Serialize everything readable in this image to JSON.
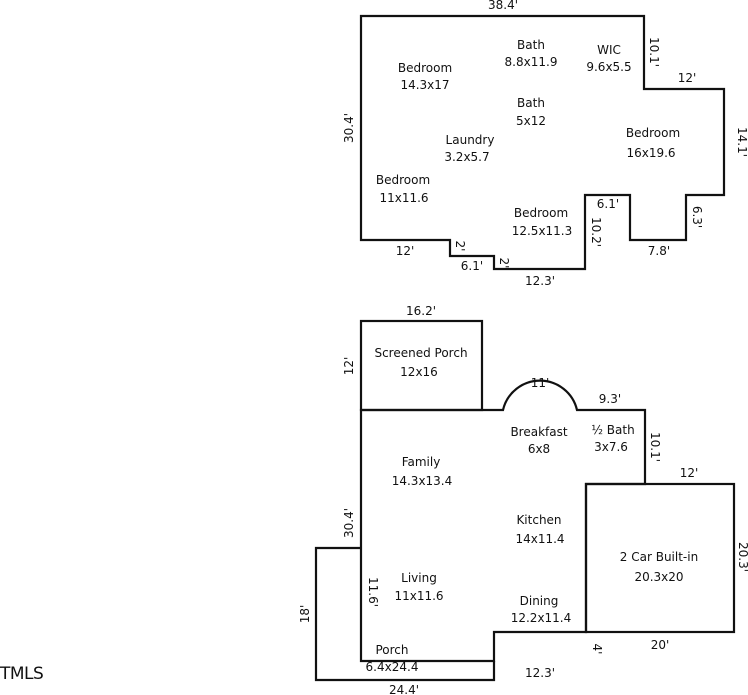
{
  "upper_floor": {
    "rooms": [
      {
        "id": "bedroom-1",
        "name": "Bedroom",
        "size": "14.3x17"
      },
      {
        "id": "bath-1",
        "name": "Bath",
        "size": "8.8x11.9"
      },
      {
        "id": "wic",
        "name": "WIC",
        "size": "9.6x5.5"
      },
      {
        "id": "bath-2",
        "name": "Bath",
        "size": "5x12"
      },
      {
        "id": "laundry",
        "name": "Laundry",
        "size": "3.2x5.7"
      },
      {
        "id": "bedroom-2",
        "name": "Bedroom",
        "size": "16x19.6"
      },
      {
        "id": "bedroom-3",
        "name": "Bedroom",
        "size": "11x11.6"
      },
      {
        "id": "bedroom-4",
        "name": "Bedroom",
        "size": "12.5x11.3"
      }
    ],
    "dimensions": [
      "38.4'",
      "10.1'",
      "12'",
      "14.1'",
      "6.3'",
      "7.8'",
      "6.1'",
      "10.2'",
      "12.3'",
      "2'",
      "6.1'",
      "2'",
      "12'",
      "30.4'"
    ]
  },
  "main_floor": {
    "rooms": [
      {
        "id": "screened-porch",
        "name": "Screened Porch",
        "size": "12x16"
      },
      {
        "id": "breakfast",
        "name": "Breakfast",
        "size": "6x8"
      },
      {
        "id": "half-bath",
        "name": "½ Bath",
        "size": "3x7.6"
      },
      {
        "id": "family",
        "name": "Family",
        "size": "14.3x13.4"
      },
      {
        "id": "kitchen",
        "name": "Kitchen",
        "size": "14x11.4"
      },
      {
        "id": "garage",
        "name": "2 Car Built-in",
        "size": "20.3x20"
      },
      {
        "id": "living",
        "name": "Living",
        "size": "11x11.6"
      },
      {
        "id": "dining",
        "name": "Dining",
        "size": "12.2x11.4"
      },
      {
        "id": "porch",
        "name": "Porch",
        "size": "6.4x24.4"
      }
    ],
    "dimensions": [
      "16.2'",
      "12'",
      "11'",
      "9.3'",
      "10.1'",
      "12'",
      "20.3'",
      "20'",
      "4'",
      "12.3'",
      "24.4'",
      "18'",
      "11.6'",
      "30.4'"
    ]
  },
  "logo": {
    "text": "TMLS"
  }
}
